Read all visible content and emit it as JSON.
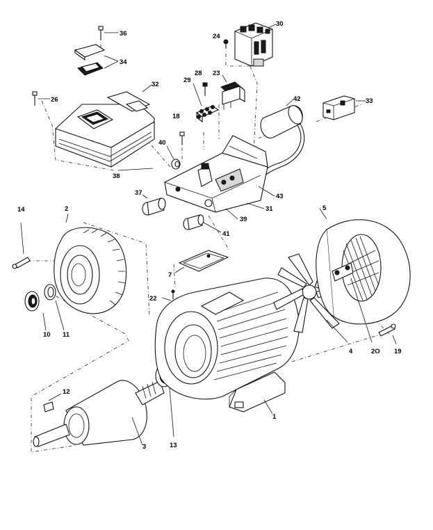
{
  "diagram": {
    "labels": {
      "p1": "1",
      "p2": "2",
      "p3": "3",
      "p4": "4",
      "p5": "5",
      "p7": "7",
      "p10": "10",
      "p11": "11",
      "p12": "12",
      "p13": "13",
      "p14": "14",
      "p18": "18",
      "p19": "19",
      "p20": "2O",
      "p22": "22",
      "p23": "23",
      "p24": "24",
      "p28": "28",
      "p29": "29",
      "p30": "30",
      "p31": "31",
      "p32": "32",
      "p33": "33",
      "p34": "34",
      "p36": "36",
      "p37": "37",
      "p38": "38",
      "p39": "39",
      "p40": "40",
      "p41": "41",
      "p42": "42",
      "p43": "43",
      "p26": "26"
    }
  }
}
